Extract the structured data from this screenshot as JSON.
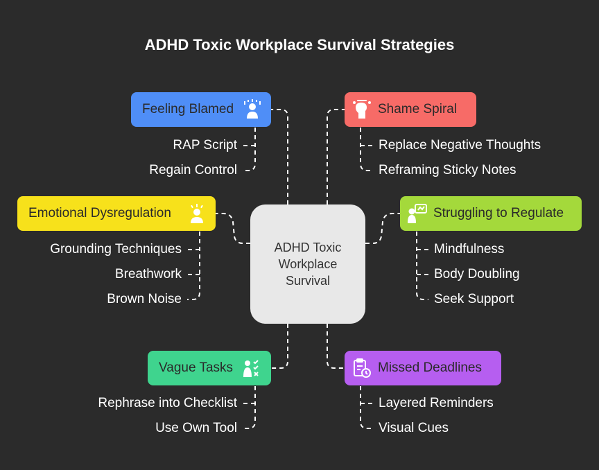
{
  "title": "ADHD Toxic Workplace Survival Strategies",
  "center": {
    "lines": [
      "ADHD Toxic",
      "Workplace",
      "Survival"
    ]
  },
  "colors": {
    "background": "#2b2b2b",
    "blue": "#4f8ef7",
    "red": "#f76b67",
    "yellow": "#f7e11b",
    "green_lime": "#a4d93b",
    "green": "#3fd48e",
    "purple": "#b65ef0",
    "connector": "#ffffff"
  },
  "branches": {
    "feeling_blamed": {
      "label": "Feeling Blamed",
      "icon": "blamed-person-icon",
      "items": [
        "RAP Script",
        "Regain Control"
      ]
    },
    "shame_spiral": {
      "label": "Shame Spiral",
      "icon": "dizzy-head-icon",
      "items": [
        "Replace Negative Thoughts",
        "Reframing Sticky Notes"
      ]
    },
    "emotional_dysregulation": {
      "label": "Emotional Dysregulation",
      "icon": "upset-person-icon",
      "items": [
        "Grounding Techniques",
        "Breathwork",
        "Brown Noise"
      ]
    },
    "struggling_to_regulate": {
      "label": "Struggling to Regulate",
      "icon": "person-presenting-icon",
      "items": [
        "Mindfulness",
        "Body Doubling",
        "Seek Support"
      ]
    },
    "vague_tasks": {
      "label": "Vague Tasks",
      "icon": "person-checklist-icon",
      "items": [
        "Rephrase into Checklist",
        "Use Own Tool"
      ]
    },
    "missed_deadlines": {
      "label": "Missed Deadlines",
      "icon": "clipboard-clock-icon",
      "items": [
        "Layered Reminders",
        "Visual Cues"
      ]
    }
  }
}
